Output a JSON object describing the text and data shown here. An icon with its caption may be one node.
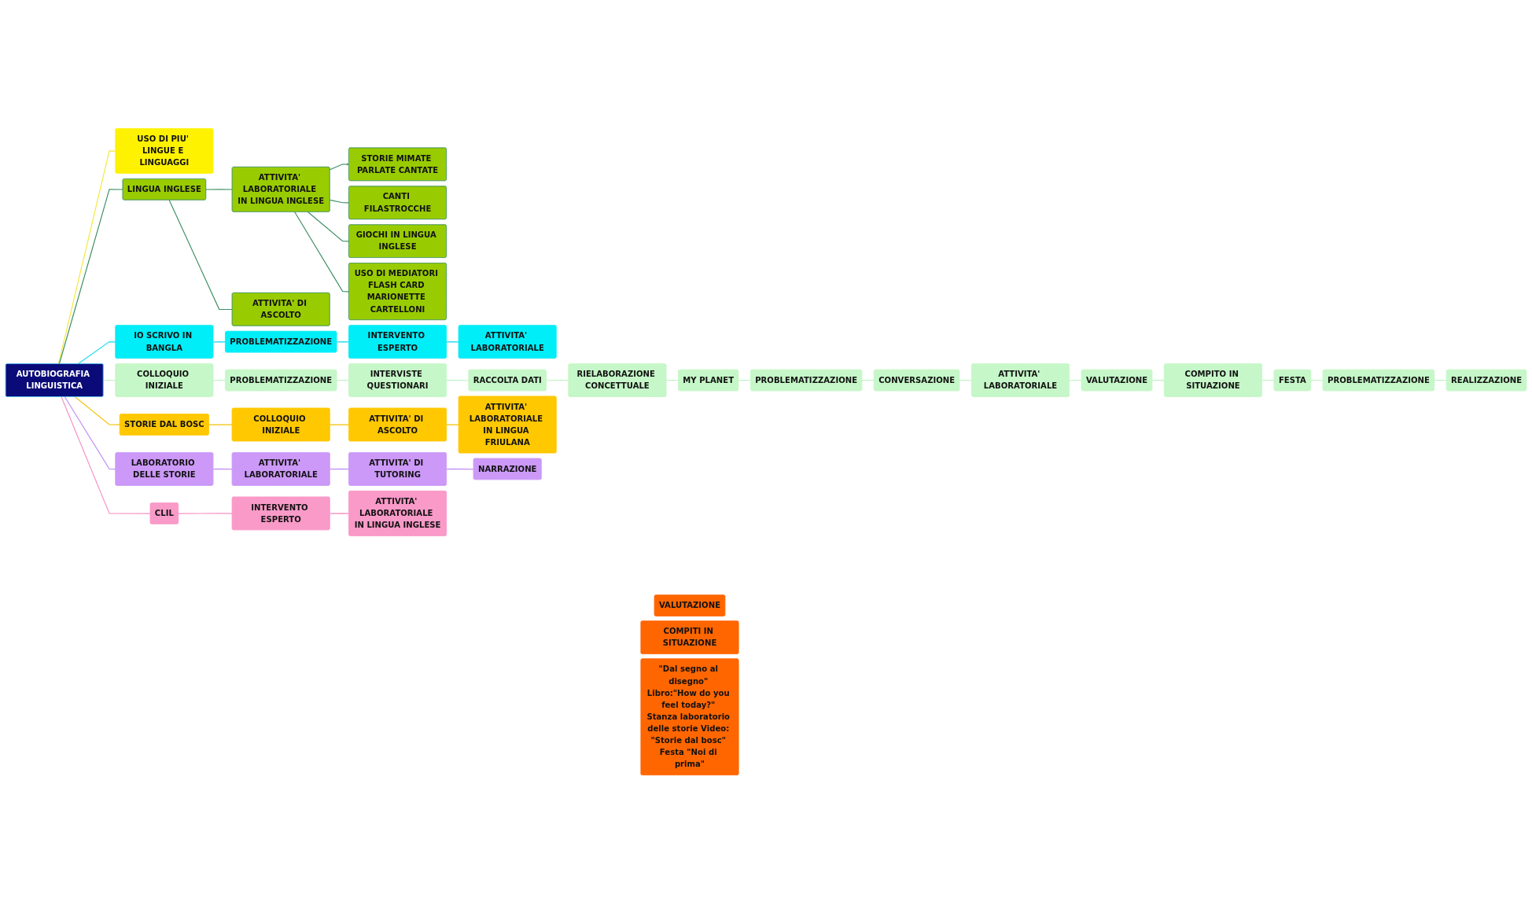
{
  "diagram": {
    "nodes": [
      {
        "text": [
          "AUTOBIOGRAFIA LINGUISTICA"
        ]
      },
      {
        "text": [
          "USO DI PIU' LINGUE E LINGUAGGI"
        ]
      },
      {
        "text": [
          "LINGUA INGLESE"
        ]
      },
      {
        "text": [
          "ATTIVITA' LABORATORIALE IN LINGUA INGLESE"
        ]
      },
      {
        "text": [
          "STORIE MIMATE PARLATE CANTATE"
        ]
      },
      {
        "text": [
          "ATTIVITA' DI ASCOLTO"
        ]
      },
      {
        "text": [
          "CANTI FILASTROCCHE"
        ]
      },
      {
        "text": [
          "GIOCHI IN LINGUA INGLESE"
        ]
      },
      {
        "text": [
          "USO DI MEDIATORI FLASH CARD MARIONETTE CARTELLONI"
        ]
      },
      {
        "text": [
          "COLLOQUIO INIZIALE"
        ]
      },
      {
        "text": [
          "IO SCRIVO IN BANGLA"
        ]
      },
      {
        "text": [
          "PROBLEMATIZZAZIONE"
        ]
      },
      {
        "text": [
          "PROBLEMATIZZAZIONE"
        ]
      },
      {
        "text": [
          "STORIE DAL BOSC"
        ]
      },
      {
        "text": [
          "CLIL"
        ]
      },
      {
        "text": [
          "LABORATORIO DELLE STORIE"
        ]
      },
      {
        "text": [
          "INTERVENTO ESPERTO"
        ]
      },
      {
        "text": [
          "INTERVISTE QUESTIONARI"
        ]
      },
      {
        "text": [
          "COLLOQUIO INIZIALE"
        ]
      },
      {
        "text": [
          "ATTIVITA' LABORATORIALE"
        ]
      },
      {
        "text": [
          "ATTIVITA' LABORATORIALE"
        ]
      },
      {
        "text": [
          "INTERVENTO ESPERTO"
        ]
      },
      {
        "text": [
          "RACCOLTA DATI"
        ]
      },
      {
        "text": [
          "MY PLANET"
        ]
      },
      {
        "text": [
          "ATTIVITA' DI ASCOLTO"
        ]
      },
      {
        "text": [
          "ATTIVITA' DI TUTORING"
        ]
      },
      {
        "text": [
          "RIELABORAZIONE CONCETTUALE"
        ]
      },
      {
        "text": [
          "PROBLEMATIZZAZIONE"
        ]
      },
      {
        "text": [
          "ATTIVITA' LABORATORIALE IN LINGUA FRIULANA"
        ]
      },
      {
        "text": [
          "ATTIVITA' LABORATORIALE IN LINGUA INGLESE"
        ]
      },
      {
        "text": [
          "NARRAZIONE"
        ]
      },
      {
        "text": [
          "CONVERSAZIONE"
        ]
      },
      {
        "text": [
          "VALUTAZIONE"
        ]
      },
      {
        "text": [
          "ATTIVITA' LABORATORIALE"
        ]
      },
      {
        "text": [
          "COMPITO IN SITUAZIONE"
        ]
      },
      {
        "text": [
          "COMPITI IN SITUAZIONE"
        ]
      },
      {
        "text": [
          "FESTA"
        ]
      },
      {
        "text": [
          "VALUTAZIONE"
        ]
      },
      {
        "text": [
          "PROBLEMATIZZAZIONE"
        ]
      },
      {
        "text": [
          "\"Dal segno al disegno\" Libro:\"How do you feel today?\" Stanza laboratorio delle storie Video: \"Storie dal bosc\" Festa \"Noi di prima\""
        ]
      },
      {
        "text": [
          "REALIZZAZIONE"
        ]
      }
    ],
    "edges": [
      {
        "from": 0,
        "to": 1,
        "arrow": "none",
        "color": "#f2e93a"
      },
      {
        "from": 0,
        "to": 2,
        "arrow": "none",
        "color": "#3d8f62"
      },
      {
        "from": 2,
        "to": 3,
        "arrow": "none",
        "color": "#3d8f62"
      },
      {
        "from": 2,
        "to": 5,
        "arrow": "none",
        "color": "#3d8f62"
      },
      {
        "from": 3,
        "to": 4,
        "arrow": "to",
        "color": "#3d8f62"
      },
      {
        "from": 3,
        "to": 6,
        "arrow": "none",
        "color": "#3d8f62"
      },
      {
        "from": 3,
        "to": 7,
        "arrow": "none",
        "color": "#3d8f62"
      },
      {
        "from": 3,
        "to": 8,
        "arrow": "none",
        "color": "#3d8f62"
      },
      {
        "from": 0,
        "to": 9,
        "arrow": "none"
      },
      {
        "from": 9,
        "to": 11,
        "arrow": "none"
      },
      {
        "from": 11,
        "to": 17,
        "arrow": "none"
      },
      {
        "from": 17,
        "to": 22,
        "arrow": "none"
      },
      {
        "from": 22,
        "to": 26,
        "arrow": "none"
      },
      {
        "from": 26,
        "to": 23,
        "arrow": "none"
      },
      {
        "from": 23,
        "to": 27,
        "arrow": "none"
      },
      {
        "from": 27,
        "to": 31,
        "arrow": "none"
      },
      {
        "from": 31,
        "to": 33,
        "arrow": "none"
      },
      {
        "from": 33,
        "to": 37,
        "arrow": "none"
      },
      {
        "from": 37,
        "to": 34,
        "arrow": "none"
      },
      {
        "from": 34,
        "to": 36,
        "arrow": "none"
      },
      {
        "from": 36,
        "to": 38,
        "arrow": "none"
      },
      {
        "from": 38,
        "to": 40,
        "arrow": "none"
      },
      {
        "from": 0,
        "to": 10,
        "arrow": "none",
        "color": "#22dcef"
      },
      {
        "from": 10,
        "to": 12,
        "arrow": "none",
        "color": "#22dcef"
      },
      {
        "from": 12,
        "to": 16,
        "arrow": "none",
        "color": "#22dcef"
      },
      {
        "from": 16,
        "to": 19,
        "arrow": "none",
        "color": "#22dcef"
      },
      {
        "from": 0,
        "to": 13,
        "arrow": "none",
        "color": "#f2c200"
      },
      {
        "from": 13,
        "to": 18,
        "arrow": "none",
        "color": "#f2c200"
      },
      {
        "from": 18,
        "to": 24,
        "arrow": "none",
        "color": "#f2c200"
      },
      {
        "from": 24,
        "to": 28,
        "arrow": "none",
        "color": "#f2c200"
      },
      {
        "from": 0,
        "to": 14,
        "arrow": "none",
        "color": "#f58fc1"
      },
      {
        "from": 14,
        "to": 21,
        "arrow": "none",
        "color": "#f58fc1"
      },
      {
        "from": 21,
        "to": 29,
        "arrow": "none",
        "color": "#f58fc1"
      },
      {
        "from": 0,
        "to": 15,
        "arrow": "none",
        "color": "#c391f5"
      },
      {
        "from": 15,
        "to": 20,
        "arrow": "none",
        "color": "#c391f5"
      },
      {
        "from": 20,
        "to": 25,
        "arrow": "none",
        "color": "#c391f5"
      },
      {
        "from": 25,
        "to": 30,
        "arrow": "none",
        "color": "#c391f5"
      }
    ]
  }
}
